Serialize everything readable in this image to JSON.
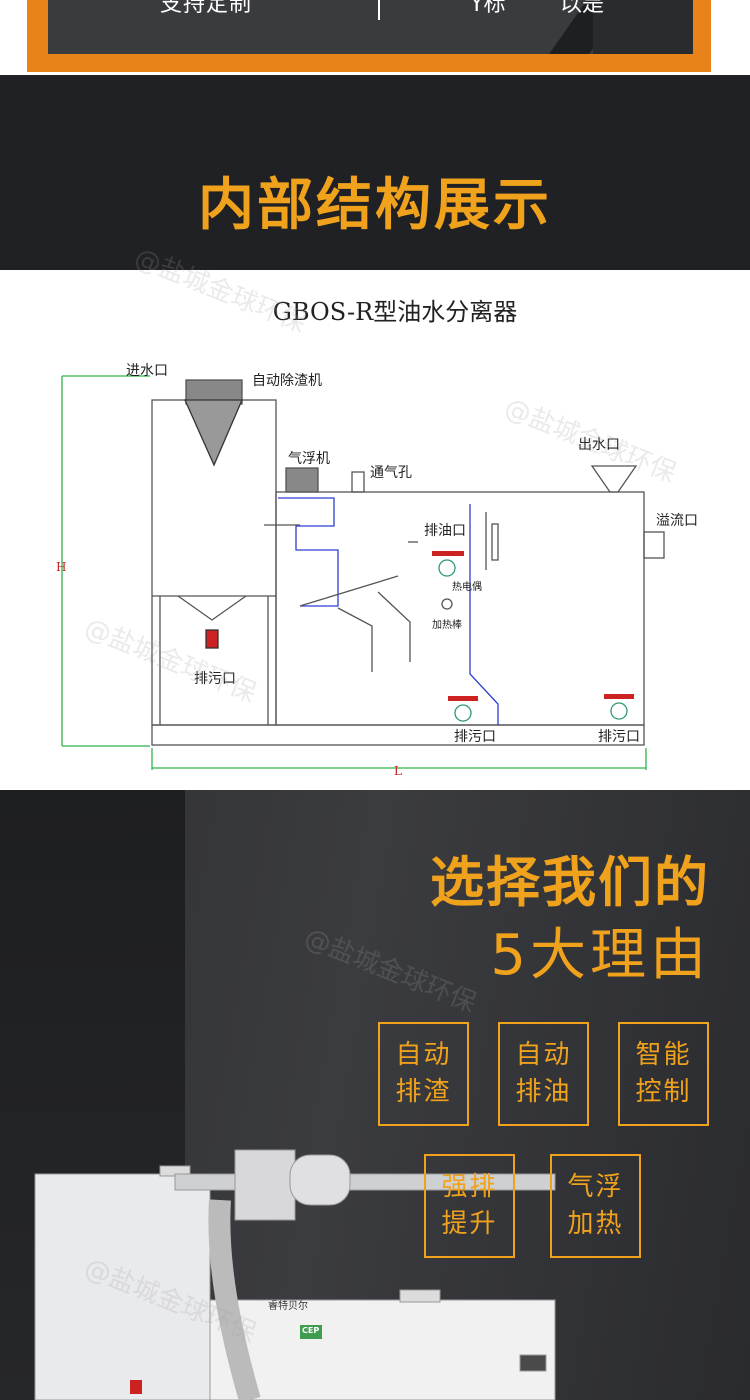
{
  "banner": {
    "left_text": "支持定制",
    "mid_text": "Y标",
    "right_text": "以是"
  },
  "section_title": "内部结构展示",
  "diagram": {
    "title": "GBOS-R型油水分离器",
    "labels": {
      "water_inlet": "进水口",
      "auto_slag_remover": "自动除渣机",
      "air_flotation": "气浮机",
      "vent_hole": "通气孔",
      "water_outlet": "出水口",
      "overflow": "溢流口",
      "oil_outlet": "排油口",
      "thermocouple": "热电偶",
      "heating_rod": "加热棒",
      "sewage_outlet_left": "排污口",
      "sewage_outlet_mid": "排污口",
      "sewage_outlet_right": "排污口",
      "height": "H",
      "length": "L"
    }
  },
  "reasons": {
    "heading": "选择我们的",
    "subheading": "5大理由",
    "items": [
      {
        "line1": "自动",
        "line2": "排渣"
      },
      {
        "line1": "自动",
        "line2": "排油"
      },
      {
        "line1": "智能",
        "line2": "控制"
      },
      {
        "line1": "强排",
        "line2": "提升"
      },
      {
        "line1": "气浮",
        "line2": "加热"
      }
    ]
  },
  "product": {
    "brand": "睿特贝尔",
    "badge": "CEP"
  },
  "watermark": "@盐城金球环保",
  "colors": {
    "accent": "#f0a21c",
    "banner_frame": "#e8831a",
    "dark": "#202124"
  }
}
